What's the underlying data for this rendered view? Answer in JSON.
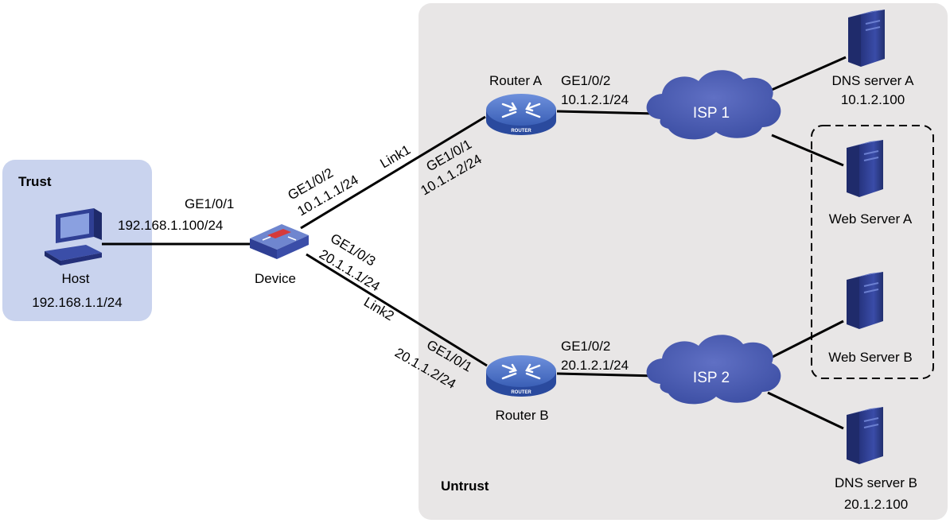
{
  "zones": {
    "trust": "Trust",
    "untrust": "Untrust"
  },
  "host": {
    "name": "Host",
    "ip": "192.168.1.1/24"
  },
  "device": {
    "name": "Device",
    "ge1": {
      "if": "GE1/0/1",
      "ip": "192.168.1.100/24"
    },
    "ge2": {
      "if": "GE1/0/2",
      "ip": "10.1.1.1/24"
    },
    "ge3": {
      "if": "GE1/0/3",
      "ip": "20.1.1.1/24"
    }
  },
  "links": {
    "link1": "Link1",
    "link2": "Link2"
  },
  "router_a": {
    "name": "Router A",
    "ge1": {
      "if": "GE1/0/1",
      "ip": "10.1.1.2/24"
    },
    "ge2": {
      "if": "GE1/0/2",
      "ip": "10.1.2.1/24"
    },
    "badge": "ROUTER"
  },
  "router_b": {
    "name": "Router B",
    "ge1": {
      "if": "GE1/0/1",
      "ip": "20.1.1.2/24"
    },
    "ge2": {
      "if": "GE1/0/2",
      "ip": "20.1.2.1/24"
    },
    "badge": "ROUTER"
  },
  "isp1": "ISP 1",
  "isp2": "ISP 2",
  "servers": {
    "dns_a": {
      "name": "DNS server A",
      "ip": "10.1.2.100"
    },
    "web_a": {
      "name": "Web Server A"
    },
    "web_b": {
      "name": "Web Server B"
    },
    "dns_b": {
      "name": "DNS server B",
      "ip": "20.1.2.100"
    }
  },
  "colors": {
    "trust_zone": "#c9d3ee",
    "untrust_zone": "#e8e6e6",
    "cloud": "#4a5cae",
    "router": "#3d63b8",
    "server": "#2f3f94"
  }
}
